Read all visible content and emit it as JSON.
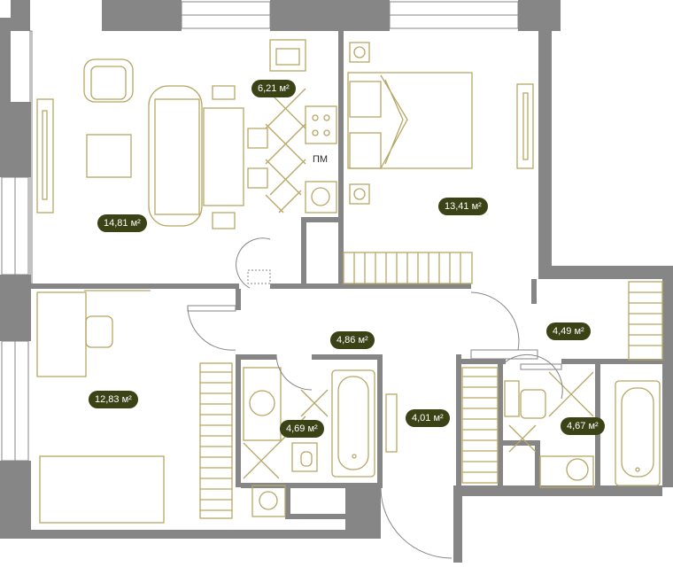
{
  "plan": {
    "colors": {
      "wall": "#868686",
      "furniture": "#b8a664",
      "badge": "#3a4216",
      "badge_text": "#ffffff",
      "background": "#ffffff"
    },
    "rooms": [
      {
        "id": "living",
        "area": "14,81 м²"
      },
      {
        "id": "kitchen",
        "area": "6,21 м²"
      },
      {
        "id": "bedroom",
        "area": "13,41 м²"
      },
      {
        "id": "bedroom-2",
        "area": "12,83 м²"
      },
      {
        "id": "hall",
        "area": "4,86 м²"
      },
      {
        "id": "hall-2",
        "area": "4,49 м²"
      },
      {
        "id": "bathroom",
        "area": "4,69 м²"
      },
      {
        "id": "corridor",
        "area": "4,01 м²"
      },
      {
        "id": "bathroom-2",
        "area": "4,67 м²"
      }
    ],
    "dishwasher_label": "ПМ"
  }
}
